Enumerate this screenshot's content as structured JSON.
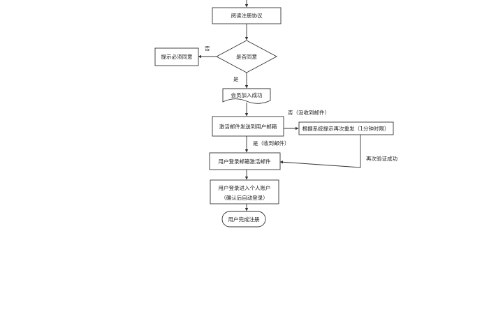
{
  "diagram": {
    "nodes": {
      "read_agreement": "阅读注册协议",
      "agree_decision": "是否同意",
      "must_agree": "提示必须同意",
      "join_success": "会员加入成功",
      "send_email": "激活邮件发送到用户邮箱",
      "resend_prompt": "根据系统提示再次重发（1分钟时限）",
      "login_activate": "用户登录邮箱激活邮件",
      "enter_account_line1": "用户登录进入个人账户",
      "enter_account_line2": "（确认后自动登录）",
      "register_done": "用户完成注册"
    },
    "edges": {
      "no": "否",
      "yes": "是",
      "no_email": "否（没收到邮件）",
      "yes_email": "是（收到邮件）",
      "verify_success": "再次验证成功"
    },
    "colors": {
      "stroke": "#333333",
      "fill": "#ffffff",
      "text": "#222222"
    }
  }
}
